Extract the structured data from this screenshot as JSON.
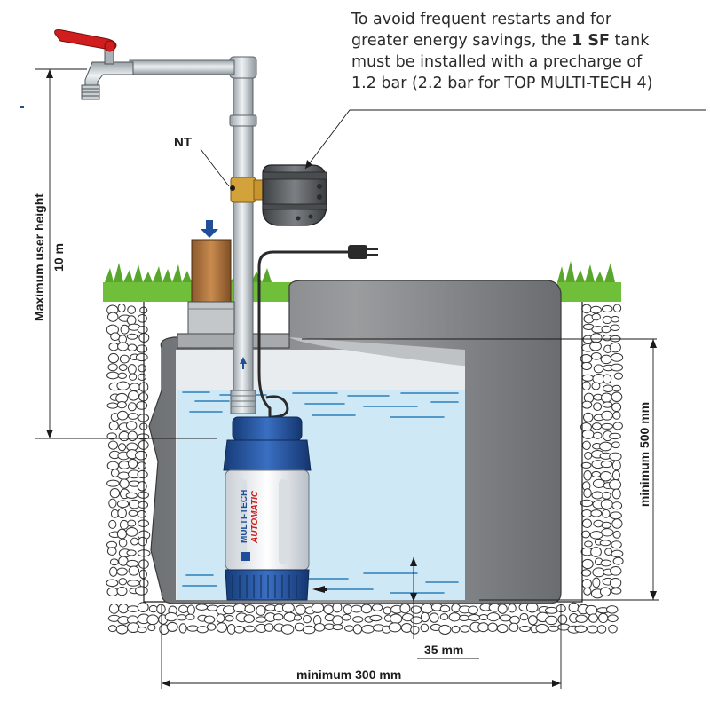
{
  "note": {
    "line1": "To avoid frequent restarts and for",
    "line2_pre": "greater energy savings, the ",
    "line2_bold": "1 SF",
    "line2_post": " tank",
    "line3": "must be installed with a precharge of",
    "line4": "1.2 bar (2.2 bar for TOP MULTI-TECH 4)"
  },
  "labels": {
    "nt": "NT",
    "max_height": "Maximum user height",
    "max_height_value": "10 m",
    "min_500": "minimum 500 mm",
    "min_35": "35 mm",
    "min_300": "minimum 300 mm"
  },
  "pump": {
    "brand_line1": "MULTI-TECH",
    "brand_line2": "AUTOMATIC"
  },
  "colors": {
    "water": "#cfe8f6",
    "water_line": "#2d7fb8",
    "tank": "#8a8c8e",
    "grass": "#6fbf3a",
    "pump_blue": "#1f4f9a",
    "valve_red": "#d01e1e",
    "brass": "#d4a23a"
  }
}
